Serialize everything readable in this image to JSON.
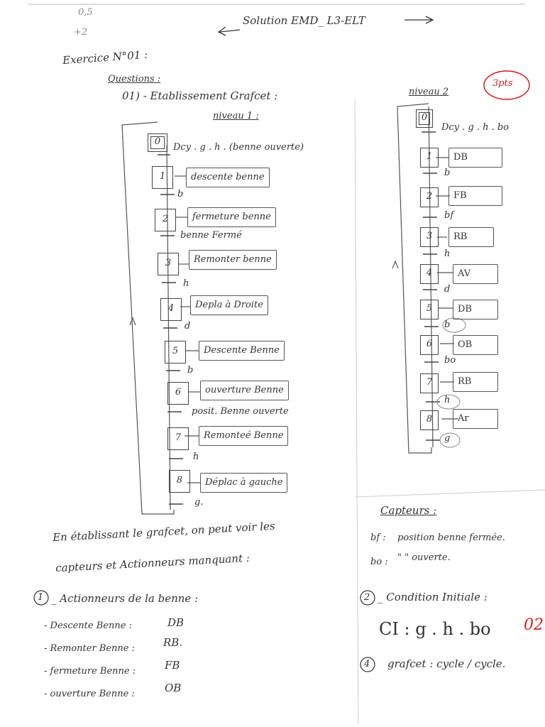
{
  "header": {
    "margin_note_1": "0,5",
    "margin_note_2": "+2",
    "title": "Solution EMD_ L3-ELT"
  },
  "exercise": {
    "title": "Exercice N°01 :",
    "questions_label": "Questions :",
    "q1": "01) - Etablissement Grafcet :"
  },
  "level1": {
    "label": "niveau 1 :",
    "initial_step": "0",
    "initial_condition": "Dcy . g . h . (benne ouverte)",
    "steps": [
      {
        "n": "1",
        "action": "descente benne",
        "transition": "b"
      },
      {
        "n": "2",
        "action": "fermeture benne",
        "transition": "benne Fermé"
      },
      {
        "n": "3",
        "action": "Remonter benne",
        "transition": "h"
      },
      {
        "n": "4",
        "action": "Depla à Droite",
        "transition": "d"
      },
      {
        "n": "5",
        "action": "Descente Benne",
        "transition": "b"
      },
      {
        "n": "6",
        "action": "ouverture Benne",
        "transition": "posit. Benne ouverte"
      },
      {
        "n": "7",
        "action": "Remonteé Benne",
        "transition": "h"
      },
      {
        "n": "8",
        "action": "Déplac à gauche",
        "transition": "g."
      }
    ]
  },
  "level2": {
    "label": "niveau 2",
    "score": "3pts",
    "initial_step": "0",
    "initial_condition": "Dcy . g . h . bo",
    "steps": [
      {
        "n": "1",
        "action": "DB",
        "transition": "b"
      },
      {
        "n": "2",
        "action": "FB",
        "transition": "bf"
      },
      {
        "n": "3",
        "action": "RB",
        "transition": "h"
      },
      {
        "n": "4",
        "action": "AV",
        "transition": "d"
      },
      {
        "n": "5",
        "action": "DB",
        "transition": "b"
      },
      {
        "n": "6",
        "action": "OB",
        "transition": "bo"
      },
      {
        "n": "7",
        "action": "RB",
        "transition": "h"
      },
      {
        "n": "8",
        "action": "Ar",
        "transition": "g"
      }
    ]
  },
  "footer": {
    "line1": "En établissant le grafcet, on peut voir les",
    "line2": "capteurs et Actionneurs manquant :",
    "q_actuators_num": "1",
    "q_actuators": "_ Actionneurs de la benne :",
    "actuators": [
      {
        "label": "- Descente Benne :",
        "code": "DB"
      },
      {
        "label": "- Remonter Benne :",
        "code": "RB."
      },
      {
        "label": "- fermeture Benne :",
        "code": "FB"
      },
      {
        "label": "- ouverture Benne :",
        "code": "OB"
      }
    ],
    "sensors_title": "Capteurs :",
    "sensors": [
      {
        "code": "bf :",
        "text": "position benne fermée."
      },
      {
        "code": "bo :",
        "text": "\"        \"      ouverte."
      }
    ],
    "q_initial_num": "2",
    "q_initial": "_ Condition Initiale :",
    "ci": "CI : g . h . bo",
    "ci_score": "02",
    "q_grafcet_num": "4",
    "q_grafcet": "grafcet : cycle / cycle."
  }
}
